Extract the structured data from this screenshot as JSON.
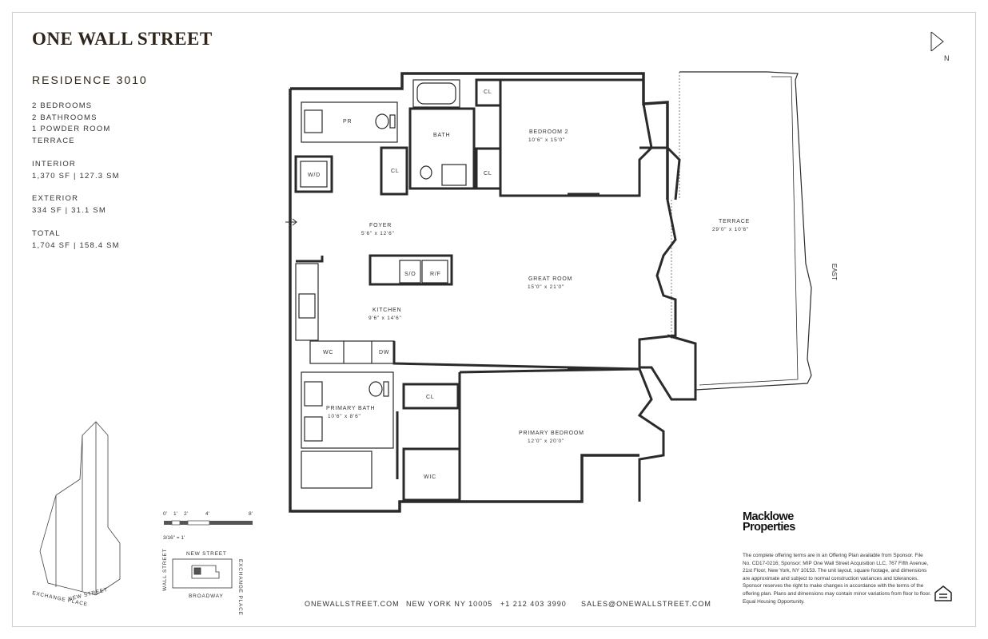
{
  "brand": "ONE WALL STREET",
  "residence": "RESIDENCE 3010",
  "features": [
    "2 BEDROOMS",
    "2 BATHROOMS",
    "1 POWDER ROOM",
    "TERRACE"
  ],
  "interior": {
    "label": "INTERIOR",
    "value": "1,370 SF | 127.3 SM"
  },
  "exterior": {
    "label": "EXTERIOR",
    "value": "334 SF | 31.1 SM"
  },
  "total": {
    "label": "TOTAL",
    "value": "1,704 SF | 158.4 SM"
  },
  "rooms": {
    "pr": "PR",
    "wd": "W/D",
    "cl_powder": "CL",
    "bath": "BATH",
    "cl_bath_top": "CL",
    "cl_bath_bottom": "CL",
    "bedroom2": "BEDROOM 2",
    "bedroom2_dim": "10'6\" x 15'0\"",
    "foyer": "FOYER",
    "foyer_dim": "5'6\" x 12'6\"",
    "so": "S/O",
    "rf": "R/F",
    "great_room": "GREAT ROOM",
    "great_room_dim": "15'0\" x 21'0\"",
    "kitchen": "KITCHEN",
    "kitchen_dim": "9'6\" x 14'6\"",
    "wc": "WC",
    "dw": "DW",
    "terrace": "TERRACE",
    "terrace_dim": "29'0\" x 10'6\"",
    "cl_primary": "CL",
    "primary_bath": "PRIMARY BATH",
    "primary_bath_dim": "10'6\" x 8'6\"",
    "primary_bedroom": "PRIMARY BEDROOM",
    "primary_bedroom_dim": "12'0\" x 20'0\"",
    "wic": "WIC"
  },
  "compass": "N",
  "east": "EAST",
  "scale": {
    "ticks": [
      "0'",
      "1'",
      "2'",
      "4'",
      "8'"
    ],
    "ratio": "3/16\" = 1'"
  },
  "keyplan": {
    "north": "NEW STREET",
    "south": "BROADWAY",
    "west": "WALL STREET",
    "east": "EXCHANGE PLACE"
  },
  "building_streets": [
    "EXCHANGE PLACE",
    "NEW STREET"
  ],
  "developer": {
    "line1": "Macklowe",
    "line2": "Properties"
  },
  "legal": "The complete offering terms are in an Offering Plan available from Sponsor. File No. CD17-0216; Sponsor: MIP One Wall Street Acquisition LLC, 767 Fifth Avenue, 21st Floor, New York, NY 10153. The unit layout, square footage, and dimensions are approximate and subject to normal construction variances and tolerances. Sponsor reserves the right to make changes in accordance with the terms of the offering plan. Plans and dimensions may contain minor variations from floor to floor. Equal Housing Opportunity.",
  "footer": {
    "website": "ONEWALLSTREET.COM",
    "address": "NEW YORK NY 10005",
    "phone": "+1 212 403 3990",
    "email": "SALES@ONEWALLSTREET.COM"
  }
}
